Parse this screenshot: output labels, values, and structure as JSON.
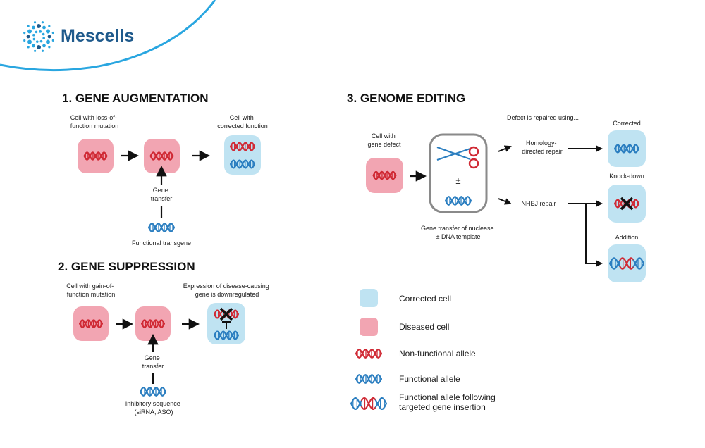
{
  "colors": {
    "brand": "#1f5a8c",
    "arc": "#29a6e0",
    "diseased_fill": "#f2a5b2",
    "corrected_fill": "#bfe3f2",
    "red_allele": "#d02a35",
    "blue_allele": "#2b7ec0",
    "text": "#1a1a1a"
  },
  "logo": {
    "brand": "Mescells",
    "icon": "molecule-ring-logo-icon"
  },
  "sec1": {
    "heading": "1. GENE AUGMENTATION",
    "cell_loss": [
      "Cell with loss-of-",
      "function mutation"
    ],
    "cell_corrected": [
      "Cell with",
      "corrected function"
    ],
    "gene_transfer": [
      "Gene",
      "transfer"
    ],
    "transgene": "Functional transgene"
  },
  "sec2": {
    "heading": "2. GENE SUPPRESSION",
    "cell_gain": [
      "Cell with gain-of-",
      "function mutation"
    ],
    "expression": [
      "Expression of disease-causing",
      "gene is downregulated"
    ],
    "gene_transfer": [
      "Gene",
      "transfer"
    ],
    "inhibitory": [
      "Inhibitory sequence",
      "(siRNA, ASO)"
    ]
  },
  "sec3": {
    "heading": "3. GENOME EDITING",
    "cell_defect": [
      "Cell with",
      "gene defect"
    ],
    "repaired_using": "Defect is repaired using...",
    "hdr": [
      "Homology-",
      "directed repair"
    ],
    "nhej": "NHEJ repair",
    "pm": "±",
    "nuclease": [
      "Gene transfer of nuclease",
      "± DNA template"
    ],
    "corrected": "Corrected",
    "knockdown": "Knock-down",
    "addition": "Addition"
  },
  "legend": {
    "corrected_cell": "Corrected cell",
    "diseased_cell": "Diseased cell",
    "nonfunctional": "Non-functional allele",
    "functional": "Functional allele",
    "insertion": [
      "Functional allele following",
      "targeted gene insertion"
    ]
  }
}
